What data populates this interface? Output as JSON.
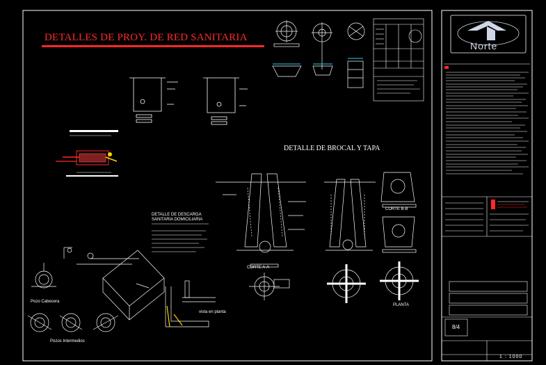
{
  "drawing": {
    "main_title": "DETALLES DE PROY. DE RED SANITARIA",
    "section_title": "DETALLE DE BROCAL Y TAPA",
    "labels": {
      "detail_connection": "DETALLE DE DESCARGA SANITARIA DOMICILIARIA",
      "pozo_cabecera": "Pozo Cabecera",
      "pozo_intermedios": "Pozos Intermedios",
      "corte_aa": "CORTE A-A",
      "corte_bb": "CORTE B-B",
      "planta": "PLANTA",
      "vista_planta": "vista en planta"
    }
  },
  "title_block": {
    "logo_text": "Norte",
    "sheet_number": "8/4",
    "scale": "1 : 1000"
  },
  "colors": {
    "background": "#000000",
    "title_red": "#ff2a2a",
    "line_white": "#ffffff",
    "accent_yellow": "#ffd400",
    "accent_cyan": "#27d3e8"
  }
}
